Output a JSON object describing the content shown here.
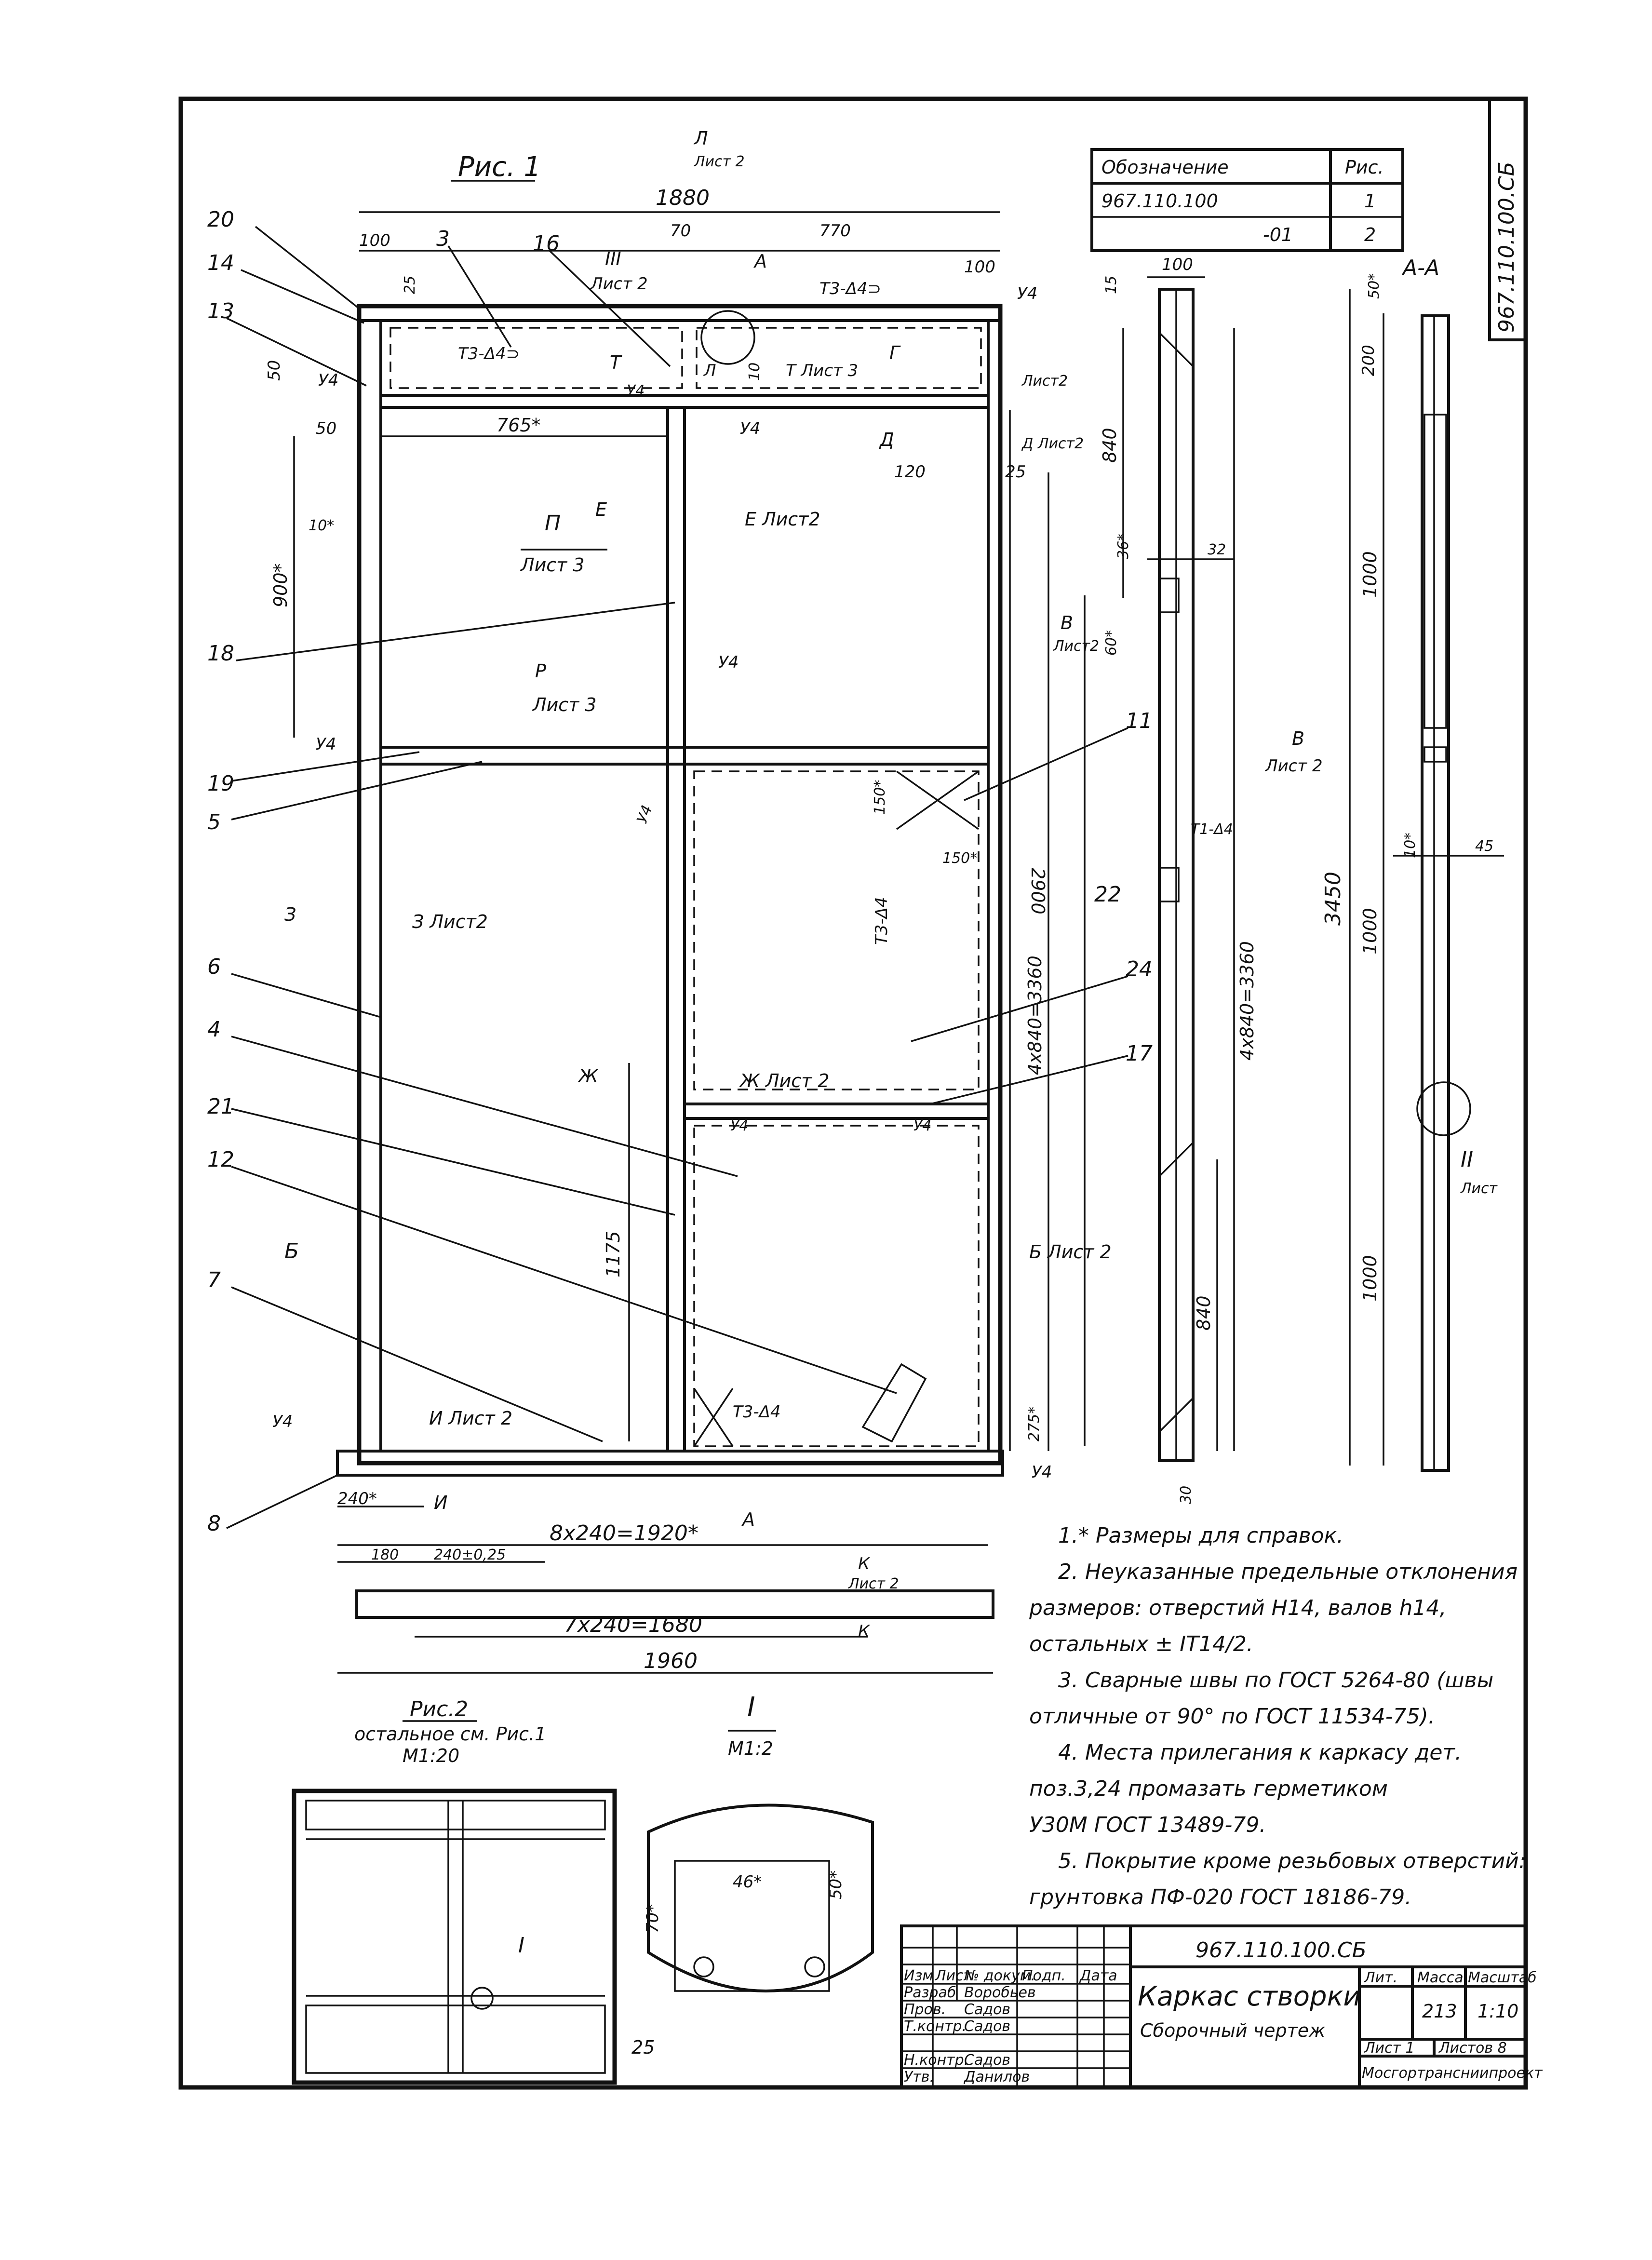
{
  "sheet": {
    "figure1_title": "Рис. 1",
    "figure2_title": "Рис.2",
    "figure2_note": "остальное см. Рис.1",
    "figure2_scale": "М1:20",
    "detail_title": "I",
    "detail_scale": "М1:2",
    "section_title": "А-А",
    "stamp_vertical": "967.110.100.СБ"
  },
  "designation_table": {
    "headers": [
      "Обозначение",
      "Рис."
    ],
    "rows": [
      {
        "designation": "967.110.100",
        "fig": "1"
      },
      {
        "designation": "-01",
        "fig": "2"
      }
    ]
  },
  "dimensions": {
    "overall_width": "1880",
    "d100_left": "100",
    "d70": "70",
    "d770": "770",
    "d100_right": "100",
    "d25": "25",
    "d50_top": "50",
    "d50_left": "50",
    "d765": "765*",
    "d120": "120",
    "d25b": "25",
    "d10": "10*",
    "d900": "900*",
    "d10_top": "10",
    "d150_v": "150*",
    "d150_h": "150*",
    "d2900": "2900",
    "d4x840_left": "4х840=3360",
    "d1175": "1175",
    "d275": "275*",
    "d240": "240*",
    "d8x240": "8х240=1920*",
    "d180": "180",
    "d240_tol": "240±0,25",
    "d7x240": "7х240=1680",
    "d1960": "1960",
    "s100": "100",
    "s15": "15",
    "s840_top": "840",
    "s36": "36*",
    "s32": "32",
    "s60": "60*",
    "s4x840": "4х840=3360",
    "s840_bot": "840",
    "s30": "30",
    "a50": "50*",
    "a200": "200",
    "a1000_1": "1000",
    "a3450": "3450",
    "a10": "10*",
    "a45": "45",
    "a1000_2": "1000",
    "a1000_3": "1000",
    "det_46": "46*",
    "det_70": "70*",
    "det_50": "50*"
  },
  "callouts": {
    "p20": "20",
    "p14": "14",
    "p13": "13",
    "p3": "3",
    "p16": "16",
    "p18": "18",
    "p19": "19",
    "p5": "5",
    "p6": "6",
    "p4": "4",
    "p21": "21",
    "p12": "12",
    "p7": "7",
    "p8": "8",
    "p11": "11",
    "p24": "24",
    "p17": "17",
    "p22": "22",
    "p25": "25"
  },
  "section_labels": {
    "L_top": "Л",
    "L_sheet": "Лист 2",
    "III": "III",
    "III_sheet": "Лист 2",
    "A": "А",
    "T3_D4_a": "Т3-Δ4⊃",
    "T3_D4_b": "Т3-Δ4⊃",
    "T3_D4_c": "Т3-Δ4",
    "T3_D4_d": "Т3-Δ4",
    "T1_D4": "Т1-Δ4",
    "U4": "У4",
    "T": "Т",
    "T_sheet3": "Т Лист 3",
    "L_mark": "Л",
    "G": "Г",
    "G_sheet": "Лист2",
    "D": "Д",
    "D_sheet": "Д Лист2",
    "E": "Е",
    "E_sheet": "Е Лист2",
    "P": "П",
    "P_sheet": "Лист 3",
    "R": "Р",
    "R_sheet": "Лист 3",
    "V": "В",
    "V_sheet": "Лист2",
    "Z": "З",
    "Z_sheet": "З Лист2",
    "Zh": "Ж",
    "Zh_sheet": "Ж Лист 2",
    "B": "Б",
    "B_sheet": "Б Лист 2",
    "I_cut": "И",
    "I_sheet": "И Лист 2",
    "K": "К",
    "K_sheet": "Лист 2",
    "V2": "В",
    "V2_sheet": "Лист 2",
    "II": "II",
    "II_sheet": "Лист",
    "det_I": "I"
  },
  "notes": [
    "1.* Размеры для справок.",
    "2. Неуказанные предельные отклонения",
    "размеров: отверстий Н14, валов h14,",
    "остальных ± IT14/2.",
    "3. Сварные швы по ГОСТ 5264-80 (швы",
    "отличные от 90° по ГОСТ 11534-75).",
    "4. Места прилегания к каркасу дет.",
    "поз.3,24 промазать герметиком",
    "У30М ГОСТ 13489-79.",
    "5. Покрытие кроме резьбовых отверстий:",
    "грунтовка ПФ-020 ГОСТ 18186-79."
  ],
  "title_block": {
    "doc_number": "967.110.100.СБ",
    "name": "Каркас створки",
    "doc_type": "Сборочный чертеж",
    "lit_label": "Лит.",
    "mass_label": "Масса",
    "scale_label": "Масштаб",
    "mass": "213",
    "scale": "1:10",
    "sheet_label": "Лист 1",
    "sheets_label": "Листов 8",
    "org": "Мосгортрансниипроект",
    "col_izm": "Изм",
    "col_list": "Лист",
    "col_doc": "№ докум.",
    "col_sign": "Подп.",
    "col_date": "Дата",
    "roles": [
      {
        "role": "Разраб",
        "name": "Воробьев"
      },
      {
        "role": "Пров.",
        "name": "Садов"
      },
      {
        "role": "Т.контр.",
        "name": "Садов"
      },
      {
        "role": "Н.контр.",
        "name": "Садов"
      },
      {
        "role": "Утв.",
        "name": "Данилов"
      }
    ]
  }
}
